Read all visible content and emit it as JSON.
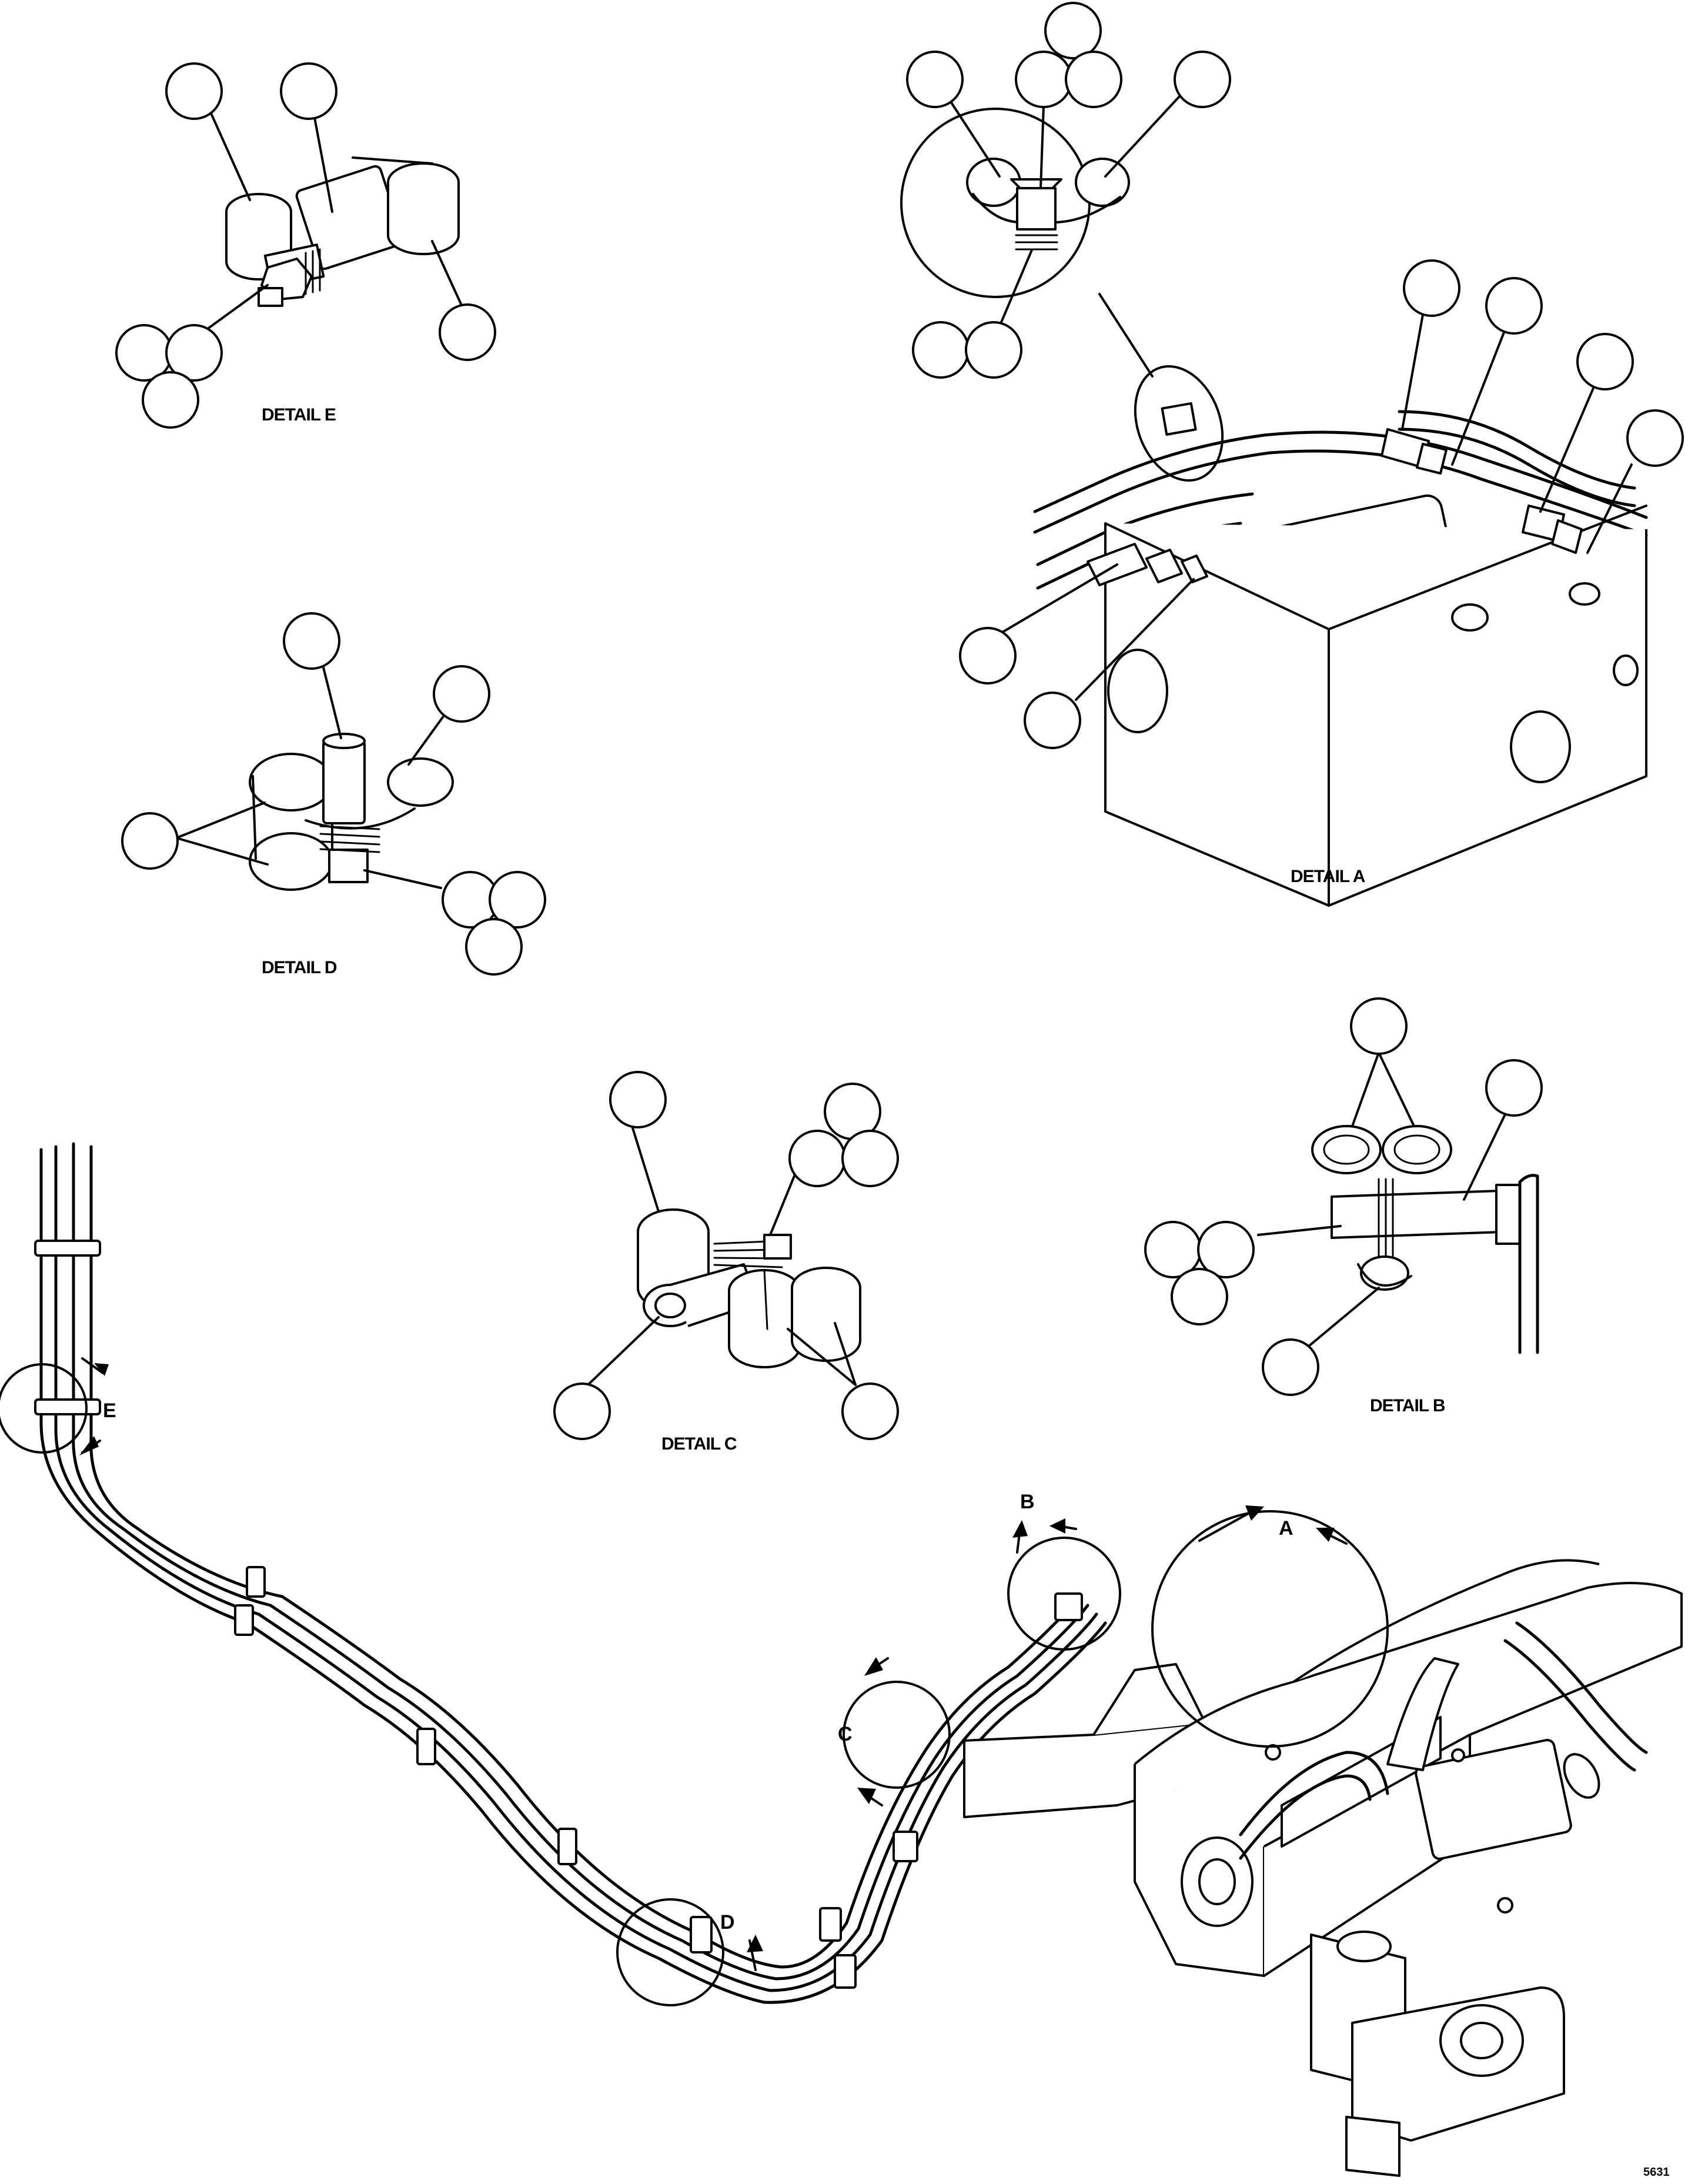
{
  "details": [
    {
      "id": "detail-e",
      "label": "DETAIL E"
    },
    {
      "id": "detail-a",
      "label": "DETAIL A"
    },
    {
      "id": "detail-d",
      "label": "DETAIL D"
    },
    {
      "id": "detail-c",
      "label": "DETAIL C"
    },
    {
      "id": "detail-b",
      "label": "DETAIL B"
    }
  ],
  "view_markers": {
    "a": "A",
    "b": "B",
    "c": "C",
    "d": "D",
    "e": "E"
  },
  "figure_id": "5631"
}
